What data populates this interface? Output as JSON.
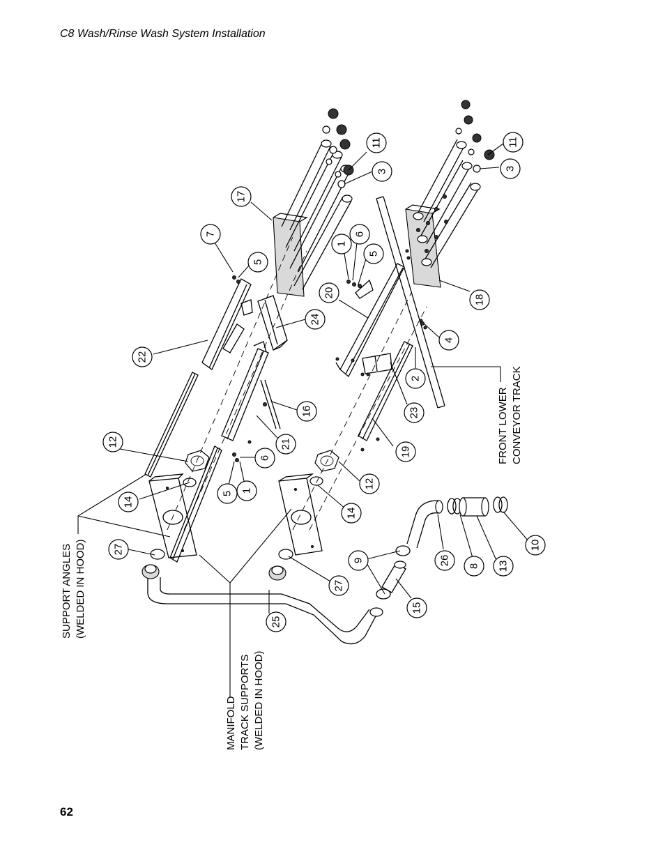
{
  "header": {
    "title": "C8 Wash/Rinse Wash System Installation"
  },
  "footer": {
    "page_number": "62"
  },
  "labels": {
    "support_angles_1": "SUPPORT ANGLES",
    "support_angles_2": "(WELDED IN HOOD)",
    "manifold_1": "MANIFOLD",
    "manifold_2": "TRACK SUPPORTS",
    "manifold_3": "(WELDED IN HOOD)",
    "conveyor_1": "FRONT LOWER",
    "conveyor_2": "CONVEYOR TRACK"
  },
  "callouts": {
    "c11a": "11",
    "c3a": "3",
    "c17": "17",
    "c7": "7",
    "c5a": "5",
    "c22": "22",
    "c24": "24",
    "c1a": "1",
    "c6a": "6",
    "c5b": "5",
    "c20": "20",
    "c18": "18",
    "c4": "4",
    "c11b": "11",
    "c3b": "3",
    "c2": "2",
    "c23": "23",
    "c16": "16",
    "c21": "21",
    "c12a": "12",
    "c6b": "6",
    "c5c": "5",
    "c1b": "1",
    "c14a": "14",
    "c27a": "27",
    "c19": "19",
    "c12b": "12",
    "c14b": "14",
    "c27b": "27",
    "c25": "25",
    "c9": "9",
    "c15": "15",
    "c26": "26",
    "c8": "8",
    "c13": "13",
    "c10": "10"
  }
}
